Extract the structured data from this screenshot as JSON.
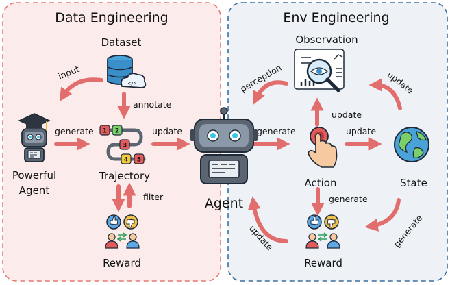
{
  "colors": {
    "data_panel_fill": "#fbeceb",
    "data_panel_border": "#e47a72",
    "env_panel_fill": "#eef2f7",
    "env_panel_border": "#3d6f9c",
    "arrow": "#e26d6d",
    "robot_body": "#5b6572",
    "robot_face": "#8a98a8",
    "robot_eye": "#38c6ea",
    "step1": "#e15b5b",
    "step2": "#7bcf6a",
    "step3": "#e15b5b",
    "step4": "#f2cc3c",
    "step5": "#e15b5b"
  },
  "panels": {
    "data_title": "Data Engineering",
    "env_title": "Env Engineering"
  },
  "nodes": {
    "dataset": "Dataset",
    "powerful_agent_line1": "Powerful",
    "powerful_agent_line2": "Agent",
    "trajectory": "Trajectory",
    "reward_left": "Reward",
    "agent": "Agent",
    "observation": "Observation",
    "action": "Action",
    "state": "State",
    "reward_right": "Reward"
  },
  "trajectory_steps": [
    "1",
    "2",
    "3",
    "4",
    "5"
  ],
  "edges": {
    "input": "input",
    "annotate": "annotate",
    "generate_left": "generate",
    "filter": "filter",
    "update_to_agent": "update",
    "generate_to_action": "generate",
    "perception": "perception",
    "update_action_obs": "update",
    "update_obs": "update",
    "update_action_state": "update",
    "generate_action_reward": "generate",
    "generate_state_reward": "generate",
    "update_reward_agent": "update"
  },
  "icons": {
    "dataset": "database-cloud-code-icon",
    "powerful_agent": "graduate-robot-icon",
    "agent": "robot-icon",
    "observation": "magnifier-eye-dashboard-icon",
    "action": "hand-pressing-button-icon",
    "state": "globe-icon",
    "reward": "thumbs-up-down-people-icon"
  }
}
